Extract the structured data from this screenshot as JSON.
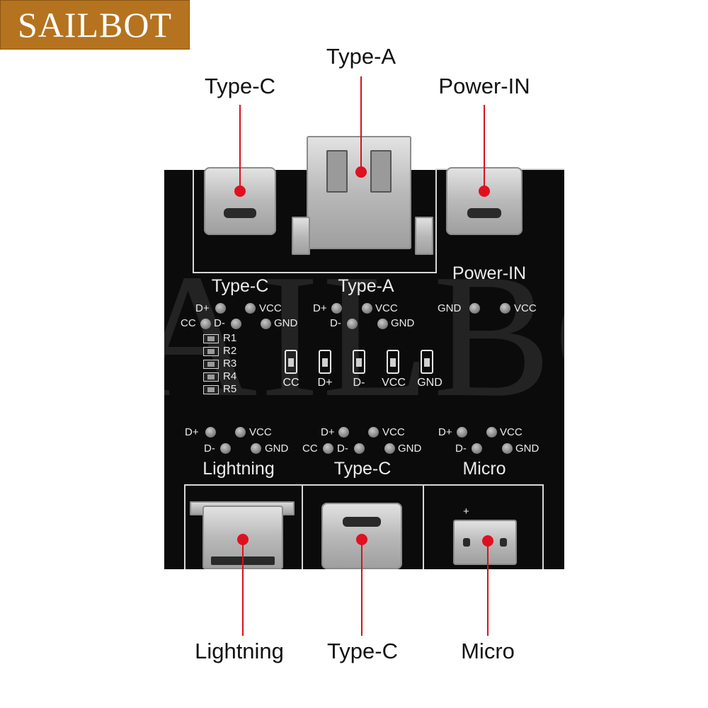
{
  "brand": {
    "name": "SAILBOT",
    "color": "#b5731f"
  },
  "watermark": "SAILBOT",
  "callouts_top": {
    "left": "Type-C",
    "center": "Type-A",
    "right": "Power-IN"
  },
  "callouts_bottom": {
    "left": "Lightning",
    "center": "Type-C",
    "right": "Micro"
  },
  "board": {
    "top_labels": {
      "left": "Type-C",
      "center": "Type-A",
      "right": "Power-IN"
    },
    "bottom_labels": {
      "left": "Lightning",
      "center": "Type-C",
      "right": "Micro"
    },
    "pins": {
      "dplus": "D+",
      "dminus": "D-",
      "vcc": "VCC",
      "gnd": "GND",
      "cc": "CC"
    },
    "resistors": [
      "R1",
      "R2",
      "R3",
      "R4",
      "R5"
    ],
    "leds": [
      "CC",
      "D+",
      "D-",
      "VCC",
      "GND"
    ],
    "micro_plus": "+"
  },
  "colors": {
    "callout_red": "#d8111f",
    "pcb": "#0b0b0b",
    "silkscreen": "#ececec"
  }
}
